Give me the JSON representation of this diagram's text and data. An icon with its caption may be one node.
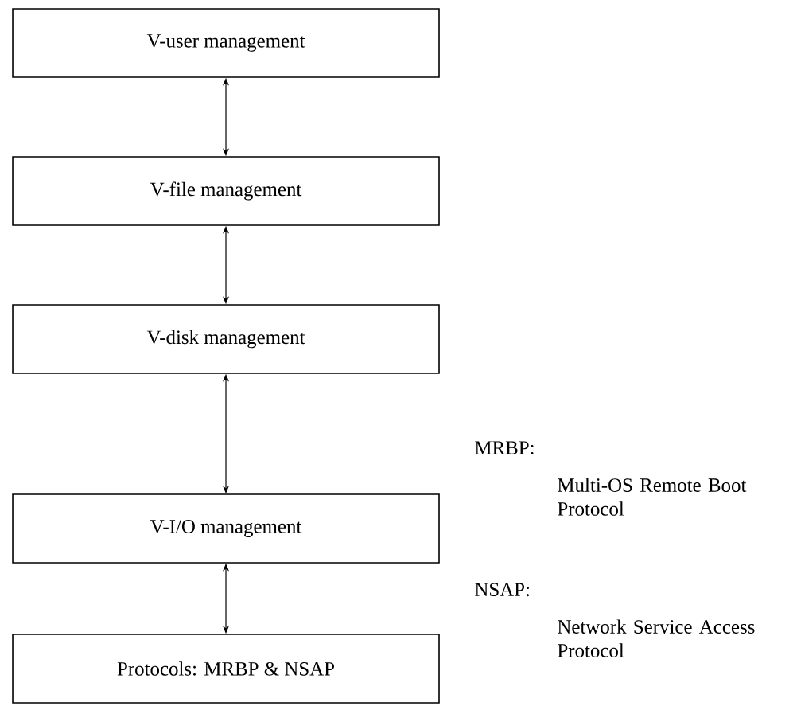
{
  "diagram": {
    "nodes": [
      {
        "text": [
          "V-user management"
        ]
      },
      {
        "text": [
          "V-file management"
        ]
      },
      {
        "text": [
          "V-disk management"
        ]
      },
      {
        "text": [
          "V-I/O management"
        ]
      },
      {
        "text": [
          "Protocols: MRBP & NSAP"
        ]
      }
    ],
    "edges": [
      {
        "from": 0,
        "to": 1,
        "arrow": "both"
      },
      {
        "from": 1,
        "to": 2,
        "arrow": "both"
      },
      {
        "from": 2,
        "to": 3,
        "arrow": "both"
      },
      {
        "from": 3,
        "to": 4,
        "arrow": "both"
      }
    ],
    "labels": [
      "MRBP:",
      "Multi-OS Remote Boot Protocol",
      "NSAP:",
      "Network Service Access Protocol"
    ]
  }
}
